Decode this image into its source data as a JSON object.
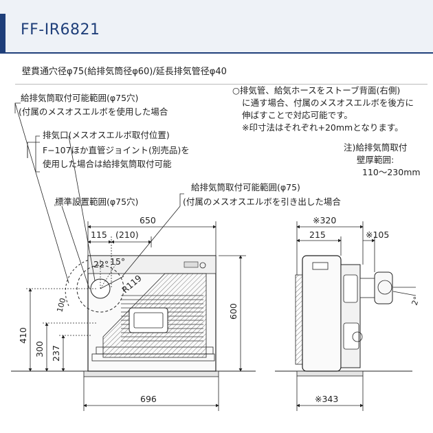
{
  "header": {
    "model": "FF-IR6821",
    "spec": "壁貫通穴径φ75(給排気筒径φ60)/延長排気管径φ40"
  },
  "labels": {
    "range_phi75": "給排気筒取付可能範囲(φ75穴)",
    "range_phi75_sub": "(付属のメスオスエルボを使用した場合",
    "exhaust_port": "排気口(メスオスエルボ取付位置)",
    "joint_line1": "F−107ほか直管ジョイント(別売品)を",
    "joint_line2": "使用した場合は給排気筒取付可能",
    "range_phi75_b": "給排気筒取付可能範囲(φ75)",
    "range_phi75_b_sub": "(付属のメスオスエルボを引き出した場合",
    "standard_range": "標準設置範囲(φ75穴)"
  },
  "notes": {
    "line1": "○排気管、給気ホースをストーブ背面(右側)",
    "line2": "に通す場合、付属のメスオスエルボを後方に",
    "line3": "伸ばすことで対応可能です。",
    "line4": "※印寸法はそれぞれ+20mmとなります。",
    "wall1": "注)給排気筒取付",
    "wall2": "壁厚範囲:",
    "wall3": "110〜230mm"
  },
  "dimensions": {
    "w650": "650",
    "d115": "115",
    "d210": "(210)",
    "a22": "22°",
    "a15": "15°",
    "r119": "R119",
    "d100": "100",
    "h600": "600",
    "h410": "410",
    "h300": "300",
    "h237": "237",
    "w696": "696",
    "s320": "※320",
    "s215": "215",
    "s105": "※105",
    "s343": "※343",
    "slope": "2°"
  },
  "colors": {
    "brand": "#1f3f7a",
    "header_bg": "#eef2f7"
  }
}
